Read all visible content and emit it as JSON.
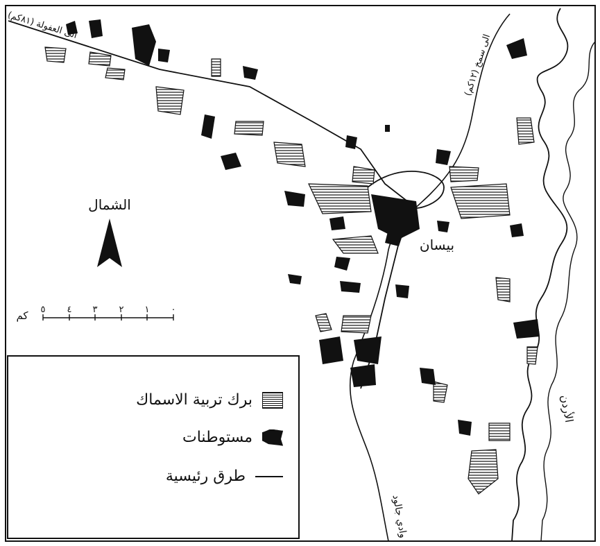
{
  "map": {
    "labels": {
      "city": "بيسان",
      "north": "الشمال",
      "road_afula": "الى العفولة (٨١كم)",
      "road_samakh": "الى سمخ (١٢كم)",
      "river_jordan": "الأردن",
      "river_jalud": "وادي جالود"
    },
    "scale": {
      "ticks": [
        "٥",
        "٤",
        "٣",
        "٢",
        "١",
        "٠"
      ],
      "unit": "كم"
    }
  },
  "legend": {
    "fish_ponds": "برك تربية الاسماك",
    "settlements": "مستوطنات",
    "main_roads": "طرق رئيسية"
  },
  "colors": {
    "ink": "#111111",
    "paper": "#ffffff"
  }
}
